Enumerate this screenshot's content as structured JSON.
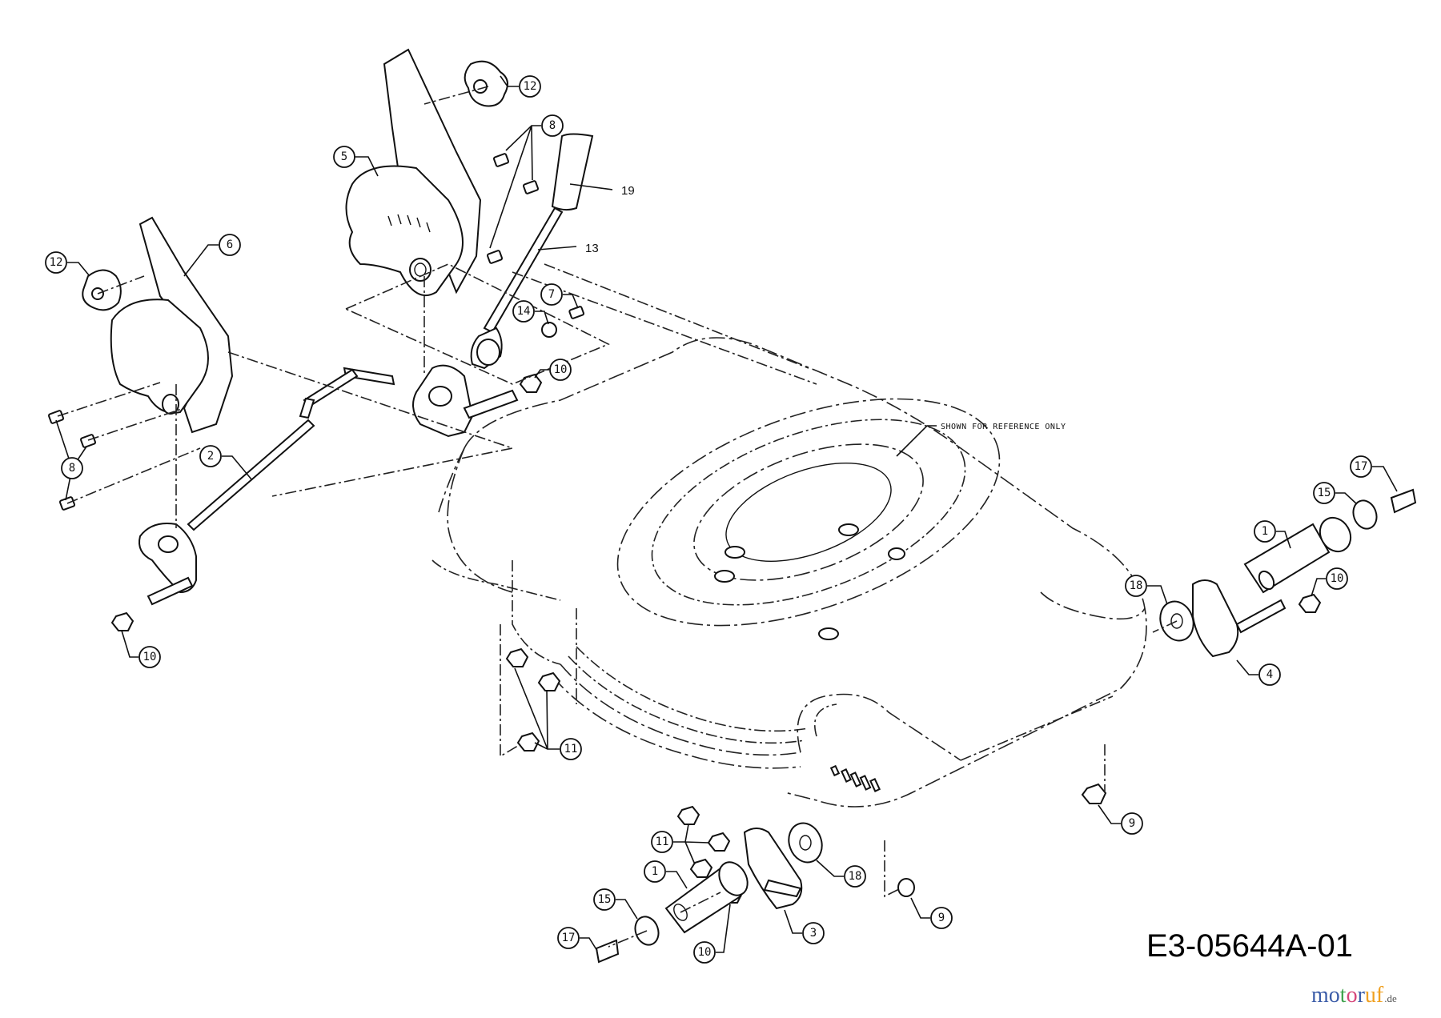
{
  "diagram": {
    "title": "Exploded parts diagram - lawn mower deck height adjusters",
    "drawing_number": "E3-05644A-01",
    "reference_note": "SHOWN FOR REFERENCE ONLY",
    "callouts": [
      {
        "id": "c12a",
        "label": "12",
        "part": "knob"
      },
      {
        "id": "c8a",
        "label": "8",
        "part": "bolt"
      },
      {
        "id": "c5",
        "label": "5",
        "part": "height adjust bracket (right)"
      },
      {
        "id": "c19",
        "label": "19",
        "part": "handle grip"
      },
      {
        "id": "c13",
        "label": "13",
        "part": "height adjust lever"
      },
      {
        "id": "c6",
        "label": "6",
        "part": "height adjust bracket (left)"
      },
      {
        "id": "c12b",
        "label": "12",
        "part": "knob"
      },
      {
        "id": "c7",
        "label": "7",
        "part": "bolt"
      },
      {
        "id": "c14",
        "label": "14",
        "part": "washer"
      },
      {
        "id": "c10a",
        "label": "10",
        "part": "nut"
      },
      {
        "id": "c8b",
        "label": "8",
        "part": "bolts"
      },
      {
        "id": "c2",
        "label": "2",
        "part": "axle rod"
      },
      {
        "id": "c10b",
        "label": "10",
        "part": "nut"
      },
      {
        "id": "c17a",
        "label": "17",
        "part": "shoulder bolt"
      },
      {
        "id": "c15a",
        "label": "15",
        "part": "washer"
      },
      {
        "id": "c1a",
        "label": "1",
        "part": "wheel adapter"
      },
      {
        "id": "c10c",
        "label": "10",
        "part": "nut"
      },
      {
        "id": "c18a",
        "label": "18",
        "part": "bushing"
      },
      {
        "id": "c4",
        "label": "4",
        "part": "adjuster arm (right rear)"
      },
      {
        "id": "c11a",
        "label": "11",
        "part": "nuts"
      },
      {
        "id": "c9a",
        "label": "9",
        "part": "flange nut"
      },
      {
        "id": "c11b",
        "label": "11",
        "part": "nuts"
      },
      {
        "id": "c18b",
        "label": "18",
        "part": "bushing"
      },
      {
        "id": "c1b",
        "label": "1",
        "part": "wheel adapter"
      },
      {
        "id": "c9b",
        "label": "9",
        "part": "flange nut"
      },
      {
        "id": "c15b",
        "label": "15",
        "part": "washer"
      },
      {
        "id": "c3",
        "label": "3",
        "part": "adjuster arm (front)"
      },
      {
        "id": "c17b",
        "label": "17",
        "part": "shoulder bolt"
      },
      {
        "id": "c10d",
        "label": "10",
        "part": "nut"
      }
    ]
  },
  "watermark": {
    "letters": [
      "m",
      "o",
      "t",
      "o",
      "r",
      "u",
      "f"
    ],
    "colors": [
      "#3b5ca8",
      "#3b5ca8",
      "#3fa34d",
      "#d6457a",
      "#3b5ca8",
      "#f0a020",
      "#f0a020"
    ],
    "tld": ".de"
  }
}
